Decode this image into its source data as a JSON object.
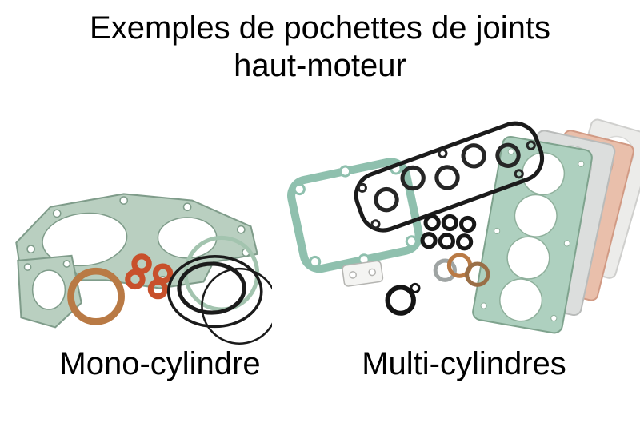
{
  "title": {
    "line1": "Exemples de pochettes de joints",
    "line2": "haut-moteur"
  },
  "captions": {
    "mono": "Mono-cylindre",
    "multi": "Multi-cylindres"
  },
  "colors": {
    "background": "#ffffff",
    "text": "#000000",
    "gasket_green": "#b9cfc0",
    "gasket_green_stroke": "#7f9c8a",
    "head_gasket_green": "#aed0bf",
    "head_gasket_green_stroke": "#7fa38e",
    "teal_cover_gasket": "#8fc0ae",
    "copper_ring": "#b97a45",
    "orange_washer": "#c8502b",
    "black_seal": "#1b1b1b",
    "grey_gasket": "#dcdedd",
    "salmon_gasket": "#e9bfab",
    "white_gasket": "#f4f4f2"
  }
}
